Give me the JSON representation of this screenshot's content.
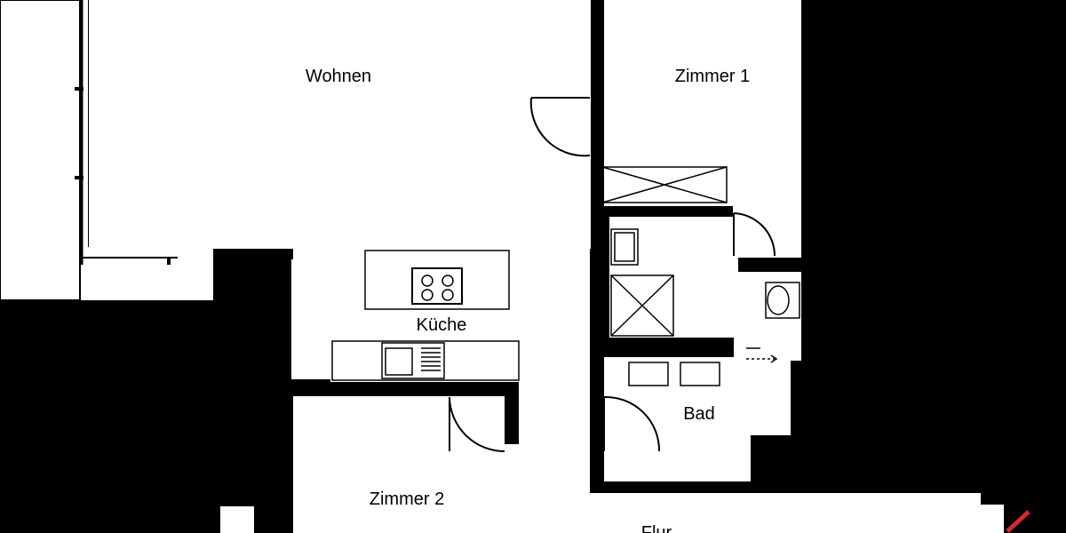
{
  "rooms": {
    "wohnen": "Wohnen",
    "zimmer1": "Zimmer 1",
    "kueche": "Küche",
    "bad": "Bad",
    "zimmer2": "Zimmer 2",
    "flur": "Flur"
  },
  "colors": {
    "wall": "#000000",
    "floor": "#ffffff",
    "accent": "#d42a2a"
  }
}
